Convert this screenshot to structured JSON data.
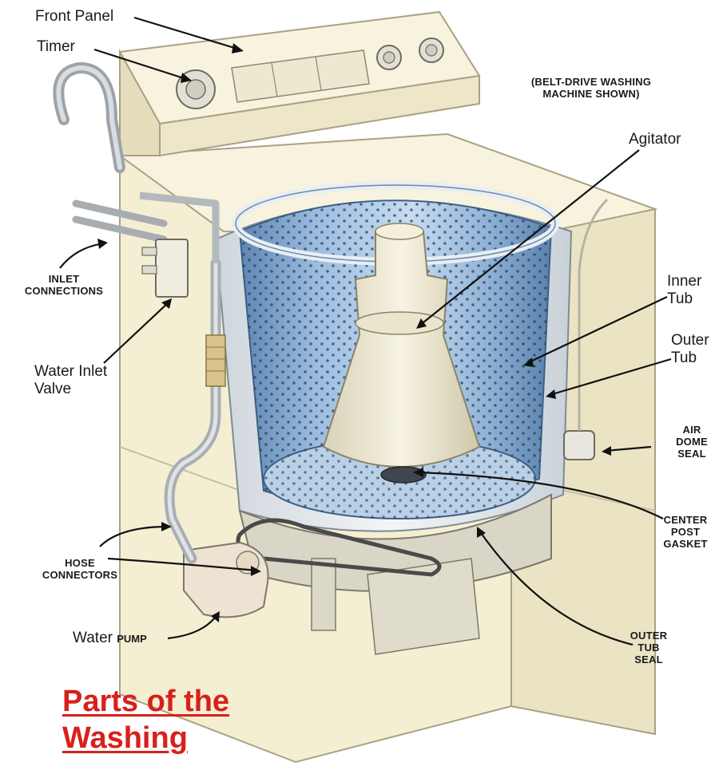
{
  "labels": {
    "front_panel": "Front Panel",
    "timer": "Timer",
    "belt_drive_line1": "(BELT-DRIVE WASHING",
    "belt_drive_line2": "MACHINE SHOWN)",
    "agitator": "Agitator",
    "inlet_line1": "INLET",
    "inlet_line2": "CONNECTIONS",
    "inner_tub_line1": "Inner",
    "inner_tub_line2": "Tub",
    "outer_tub_line1": "Outer",
    "outer_tub_line2": "Tub",
    "water_inlet_line1": "Water Inlet",
    "water_inlet_line2": "Valve",
    "air_dome_line1": "AIR",
    "air_dome_line2": "DOME",
    "air_dome_line3": "SEAL",
    "center_post_line1": "CENTER",
    "center_post_line2": "POST",
    "center_post_line3": "GASKET",
    "hose_line1": "HOSE",
    "hose_line2": "CONNECTORS",
    "water_pump_word": "Water",
    "water_pump_caps": "PUMP",
    "outer_seal_line1": "OUTER",
    "outer_seal_line2": "TUB",
    "outer_seal_line3": "SEAL"
  },
  "title": {
    "line1": "Parts of the",
    "line2": "Washing"
  },
  "colors": {
    "title": "#d8201c",
    "cabinet": "#f4efd3",
    "cabinet_edge": "#b9b294",
    "tub_blue": "#8fb3d6",
    "tub_dark": "#4f7aa6",
    "metal": "#d9d9d2",
    "text": "#1a1a1a"
  }
}
